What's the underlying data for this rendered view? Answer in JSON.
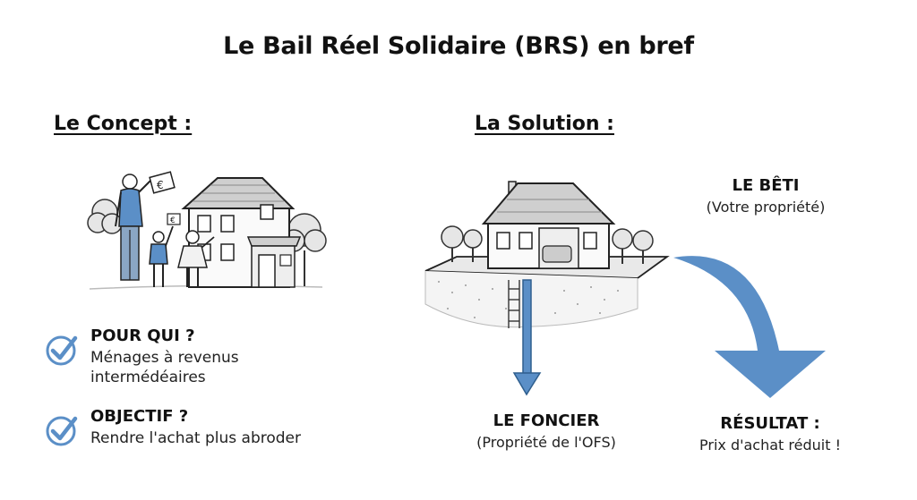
{
  "title": "Le Bail Réel Solidaire (BRS) en bref",
  "concept": {
    "heading": "Le Concept :",
    "items": [
      {
        "title": "POUR QUI ?",
        "description_lines": [
          "Ménages à revenus",
          "intermédéaires"
        ]
      },
      {
        "title": "OBJECTIF ?",
        "description_lines": [
          "Rendre l'achat plus abroder"
        ]
      }
    ],
    "sign_symbols": [
      "€",
      "€"
    ]
  },
  "solution": {
    "heading": "La Solution :",
    "bati": {
      "title": "LE BÊTI",
      "subtitle": "(Votre propriété)"
    },
    "foncier": {
      "title": "LE FONCIER",
      "subtitle": "(Propriété de l'OFS)"
    },
    "resultat": {
      "title": "RÉSULTAT :",
      "subtitle": "Prix d'achat réduit !"
    }
  },
  "colors": {
    "accent_blue": "#5b8fc7",
    "dark_blue": "#2f5f8e",
    "ink": "#1a1a1a"
  }
}
